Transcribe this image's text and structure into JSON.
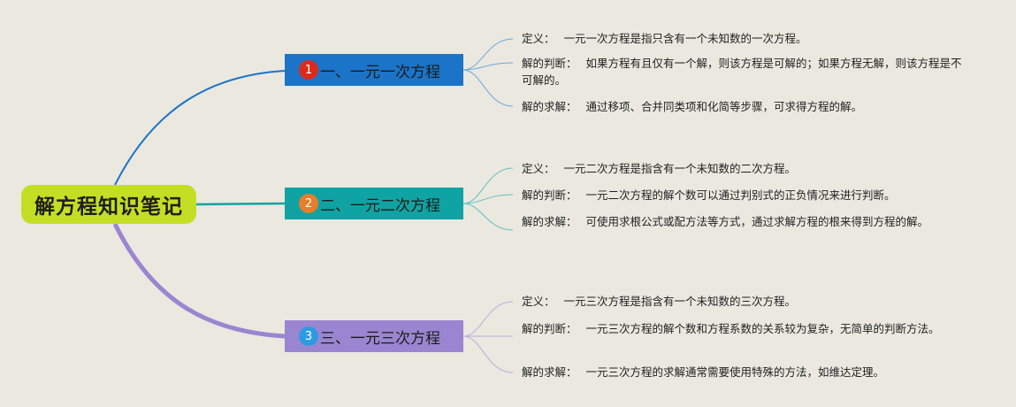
{
  "root": {
    "title": "解方程知识笔记"
  },
  "branches": [
    {
      "num": "1",
      "title": "一、一元一次方程",
      "leaves": [
        {
          "key": "定义：",
          "text": "一元一次方程是指只含有一个未知数的一次方程。"
        },
        {
          "key": "解的判断：",
          "text": "如果方程有且仅有一个解，则该方程是可解的；如果方程无解，则该方程是不可解的。"
        },
        {
          "key": "解的求解：",
          "text": "通过移项、合并同类项和化简等步骤，可求得方程的解。"
        }
      ]
    },
    {
      "num": "2",
      "title": "二、一元二次方程",
      "leaves": [
        {
          "key": "定义：",
          "text": "一元二次方程是指含有一个未知数的二次方程。"
        },
        {
          "key": "解的判断：",
          "text": "一元二次方程的解个数可以通过判别式的正负情况来进行判断。"
        },
        {
          "key": "解的求解：",
          "text": "可使用求根公式或配方法等方式，通过求解方程的根来得到方程的解。"
        }
      ]
    },
    {
      "num": "3",
      "title": "三、一元三次方程",
      "leaves": [
        {
          "key": "定义：",
          "text": "一元三次方程是指含有一个未知数的三次方程。"
        },
        {
          "key": "解的判断：",
          "text": "一元三次方程的解个数和方程系数的关系较为复杂，无简单的判断方法。"
        },
        {
          "key": "解的求解：",
          "text": "一元三次方程的求解通常需要使用特殊的方法，如维达定理。"
        }
      ]
    }
  ],
  "colors": {
    "background": "#ebe8e0",
    "root": "#c3df24",
    "branch_1": "#1b74c8",
    "branch_2": "#10a3a3",
    "branch_3": "#9a86d0",
    "badge_1": "#dd2a1c",
    "badge_2": "#e87d2b",
    "badge_3": "#2d9be3"
  }
}
